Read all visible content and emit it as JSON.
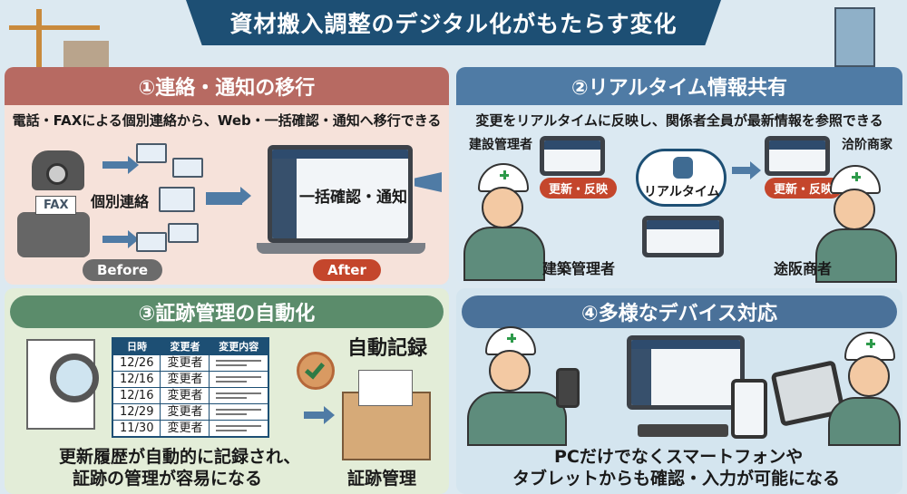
{
  "title": "資材搬入調整のデジタル化がもたらす変化",
  "panel1": {
    "heading": "①連絡・通知の移行",
    "subtitle": "電話・FAXによる個別連絡から、Web・一括確認・通知へ移行できる",
    "fax_label": "FAX",
    "individual_label": "個別連絡",
    "laptop_text": "一括確認・通知",
    "before": "Before",
    "after": "After"
  },
  "panel2": {
    "heading": "②リアルタイム情報共有",
    "subtitle": "変更をリアルタイムに反映し、関係者全員が最新情報を参照できる",
    "cloud_label": "リアルタイム",
    "update_label": "更新・反映",
    "roles": [
      "建設管理者",
      "洽阶商家",
      "建築管理者",
      "途阪商者"
    ]
  },
  "panel3": {
    "heading": "③証跡管理の自動化",
    "table": {
      "headers": [
        "日時",
        "変更者",
        "変更内容"
      ],
      "rows": [
        [
          "12/26",
          "変更者"
        ],
        [
          "12/16",
          "変更者"
        ],
        [
          "12/16",
          "変更者"
        ],
        [
          "12/29",
          "変更者"
        ],
        [
          "11/30",
          "変更者"
        ]
      ]
    },
    "auto_record": "自動記録",
    "caption_line1": "更新履歴が自動的に記録され、",
    "caption_line2": "証跡の管理が容易になる",
    "box_label": "証跡管理"
  },
  "panel4": {
    "heading": "④多様なデバイス対応",
    "caption_line1": "PCだけでなくスマートフォンや",
    "caption_line2": "タブレットからも確認・入力が可能になる"
  },
  "colors": {
    "banner": "#1d4f74",
    "panel1_header": "#b76a62",
    "panel2_header": "#4f7ba5",
    "panel3_header": "#5b8c6b",
    "panel4_header": "#4a7199",
    "after_badge": "#c4462c",
    "before_badge": "#6b6b6b"
  }
}
